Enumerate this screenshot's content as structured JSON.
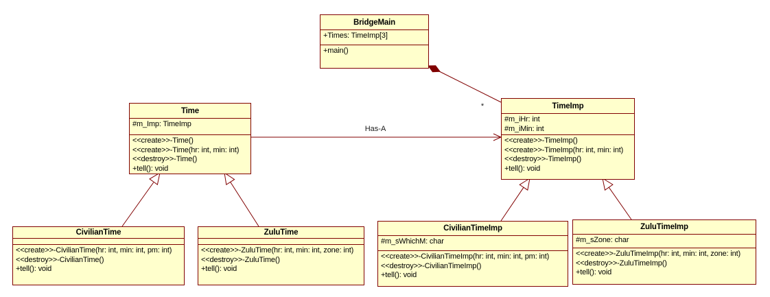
{
  "diagram": {
    "colors": {
      "class_fill": "#FFFFCC",
      "class_border": "#800000",
      "connector": "#800000",
      "text": "#000000"
    },
    "classes": {
      "bridge_main": {
        "title": "BridgeMain",
        "attributes": [
          "+Times: TimeImp[3]"
        ],
        "methods": [
          "+main()"
        ]
      },
      "time": {
        "title": "Time",
        "attributes": [
          "#m_Imp: TimeImp"
        ],
        "methods": [
          "<<create>>-Time()",
          "<<create>>-Time(hr: int, min: int)",
          "<<destroy>>-Time()",
          "+tell(): void"
        ]
      },
      "time_imp": {
        "title": "TimeImp",
        "attributes": [
          "#m_iHr: int",
          "#m_iMin: int"
        ],
        "methods": [
          "<<create>>-TimeImp()",
          "<<create>>-TimeImp(hr: int, min: int)",
          "<<destroy>>-TimeImp()",
          "+tell(): void"
        ]
      },
      "civilian_time": {
        "title": "CivilianTime",
        "attributes": [],
        "methods": [
          "<<create>>-CivilianTime(hr: int, min: int, pm: int)",
          "<<destroy>>-CivilianTime()",
          "+tell(): void"
        ]
      },
      "zulu_time": {
        "title": "ZuluTime",
        "attributes": [],
        "methods": [
          "<<create>>-ZuluTime(hr: int, min: int, zone: int)",
          "<<destroy>>-ZuluTime()",
          "+tell(): void"
        ]
      },
      "civilian_time_imp": {
        "title": "CivilianTimeImp",
        "attributes": [
          "#m_sWhichM: char"
        ],
        "methods": [
          "<<create>>-CivilianTimeImp(hr: int, min: int, pm: int)",
          "<<destroy>>-CivilianTimeImp()",
          "+tell(): void"
        ]
      },
      "zulu_time_imp": {
        "title": "ZuluTimeImp",
        "attributes": [
          "#m_sZone: char"
        ],
        "methods": [
          "<<create>>-ZuluTimeImp(hr: int, min: int, zone: int)",
          "<<destroy>>-ZuluTimeImp()",
          "+tell(): void"
        ]
      }
    },
    "relationships": {
      "composition_multiplicity": "*",
      "association_label": "Has-A"
    }
  }
}
